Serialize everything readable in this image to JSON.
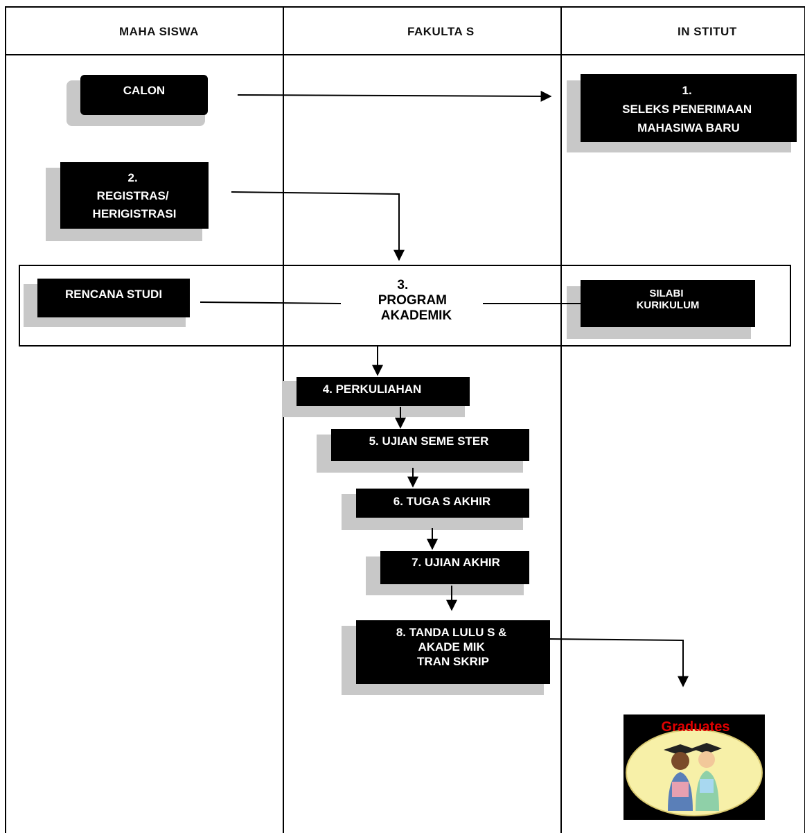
{
  "headers": {
    "col1": "MAHA SISWA",
    "col2": "FAKULTA S",
    "col3": "IN STITUT"
  },
  "nodes": {
    "calon": [
      "CALON"
    ],
    "seleksi": [
      "1.",
      "SELEKS PENERIMAAN",
      "MAHASIWA BARU"
    ],
    "registrasi": [
      "2.",
      "REGISTRAS/",
      "HERIGISTRASI"
    ],
    "rencana_studi": [
      "RENCANA STUDI"
    ],
    "program_akademik": [
      "3.",
      "PROGRAM",
      "AKADEMIK"
    ],
    "silabi": [
      "SILABI",
      "KURIKULUM"
    ],
    "perkuliahan": [
      "4. PERKULIAHAN"
    ],
    "ujian_semester": [
      "5. UJIAN SEME STER"
    ],
    "tugas_akhir": [
      "6. TUGA S AKHIR"
    ],
    "ujian_akhir": [
      "7. UJIAN AKHIR"
    ],
    "tanda_lulus": [
      "8. TANDA LULU S  &",
      "AKADE MIK",
      "TRAN SKRIP"
    ]
  },
  "graduates": {
    "label": "Graduates",
    "label_color": "#e00000",
    "oval_color": "#f7f0a8",
    "icon": "graduates-clipart-icon"
  },
  "colors": {
    "box": "#000000",
    "box_text": "#ffffff",
    "shadow": "#c8c8c8",
    "line": "#000000"
  }
}
